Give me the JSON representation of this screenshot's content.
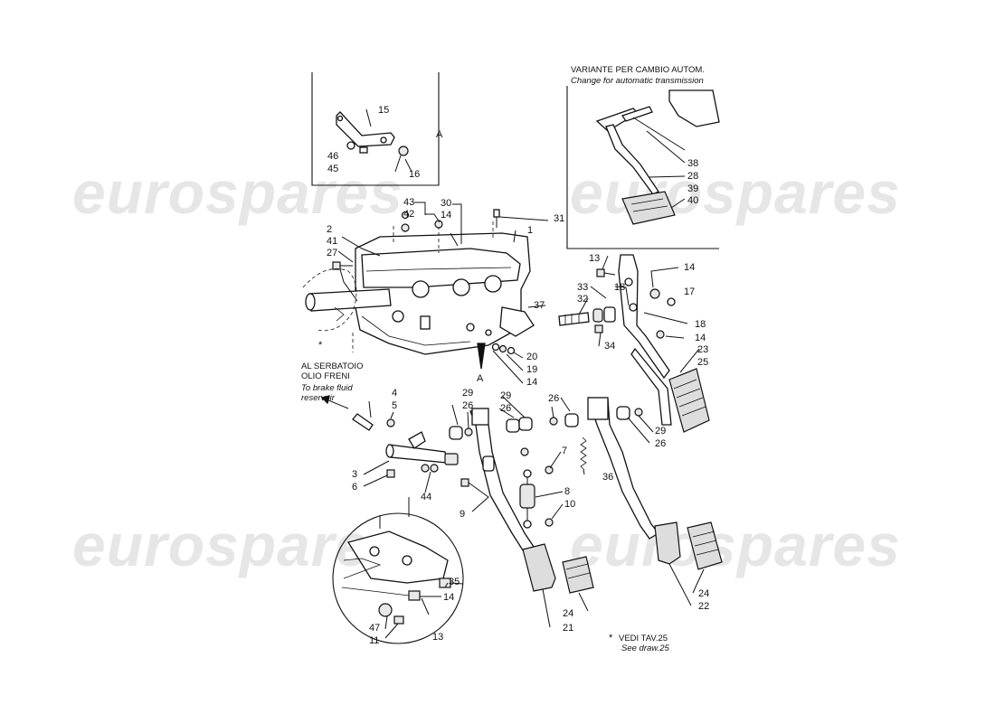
{
  "watermark": {
    "text": "eurospares"
  },
  "inset_auto": {
    "title_it": "VARIANTE PER CAMBIO AUTOM.",
    "title_en": "Change for automatic transmission"
  },
  "brake_reservoir_note": {
    "line1": "AL SERBATOIO",
    "line2": "OLIO FRENI",
    "line3": "To brake fluid",
    "line4": "reservoir"
  },
  "see_note": {
    "star": "*",
    "line1": "VEDI TAV.25",
    "line2": "See draw.25"
  },
  "section_marker": "A",
  "star_marker": "*",
  "callouts": [
    "15",
    "46",
    "45",
    "16",
    "A",
    "43",
    "42",
    "30",
    "14",
    "31",
    "2",
    "1",
    "41",
    "27",
    "38",
    "28",
    "39",
    "40",
    "13",
    "14",
    "17",
    "33",
    "18",
    "32",
    "37",
    "18",
    "34",
    "14",
    "23",
    "25",
    "20",
    "19",
    "14",
    "4",
    "5",
    "29",
    "26",
    "29",
    "26",
    "26",
    "29",
    "26",
    "7",
    "36",
    "3",
    "6",
    "44",
    "8",
    "9",
    "10",
    "35",
    "14",
    "13",
    "47",
    "11",
    "24",
    "21",
    "24",
    "22"
  ],
  "colors": {
    "line": "#111111",
    "watermark": "#e6e6e6",
    "background": "#ffffff"
  }
}
